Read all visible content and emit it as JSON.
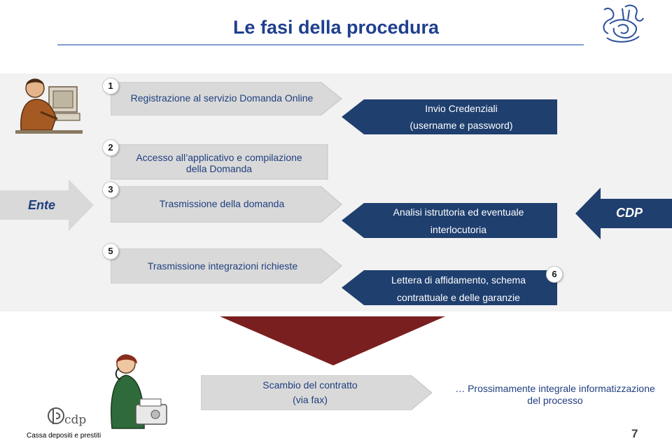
{
  "header": {
    "title": "Le fasi della procedura"
  },
  "sides": {
    "left": "Ente",
    "right": "CDP"
  },
  "steps": [
    {
      "num": "1",
      "text": "Registrazione al servizio Domanda Online"
    },
    {
      "num": "2",
      "text_line1": "Accesso all’applicativo e compilazione",
      "text_line2": "della Domanda"
    },
    {
      "num": "3",
      "text": "Trasmissione della domanda"
    },
    {
      "num": "5",
      "text": "Trasmissione integrazioni richieste"
    }
  ],
  "cdp_steps": [
    {
      "line1": "Invio Credenziali",
      "line2": "(username e password)"
    },
    {
      "line1": "Analisi istruttoria ed eventuale",
      "line2": "interlocutoria"
    },
    {
      "num": "6",
      "line1": "Lettera di affidamento, schema",
      "line2": "contrattuale e delle garanzie"
    }
  ],
  "bottom": {
    "exchange_line1": "Scambio del contratto",
    "exchange_line2": "(via fax)",
    "next_line1": "… Prossimamente integrale informatizzazione",
    "next_line2": "del processo"
  },
  "footer": {
    "company": "Cassa depositi e prestiti",
    "logo_text": "cdp",
    "page": "7"
  },
  "colors": {
    "title": "#1f3f8f",
    "blue_arrow": "#1f3f6f",
    "dark_red": "#7a1f1f",
    "grey_arrow": "#d9d9d9"
  }
}
